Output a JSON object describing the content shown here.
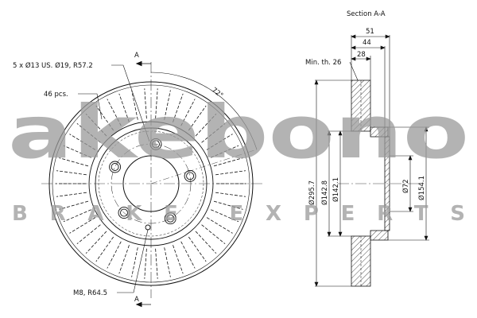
{
  "labels": {
    "holes": "5 x Ø13 US. Ø19, R57.2",
    "vents": "46 pcs.",
    "thread": "M8, R64.5",
    "section_marker": "A",
    "angle": "72°",
    "section_title": "Section A-A",
    "min_thickness": "Min. th. 26"
  },
  "dimensions": {
    "width_total": "51",
    "width_hat": "44",
    "width_disc": "28",
    "dia_outer": "Ø295.7",
    "dia_inner_1": "Ø142.8",
    "dia_inner_2": "Ø142.1",
    "dia_center": "Ø72",
    "dia_hat": "Ø154.1"
  },
  "watermark": {
    "brand": "akebono",
    "tagline": "BRAKE EXPERTS"
  },
  "colors": {
    "line": "#111111",
    "watermark": "#9a9a9a"
  }
}
